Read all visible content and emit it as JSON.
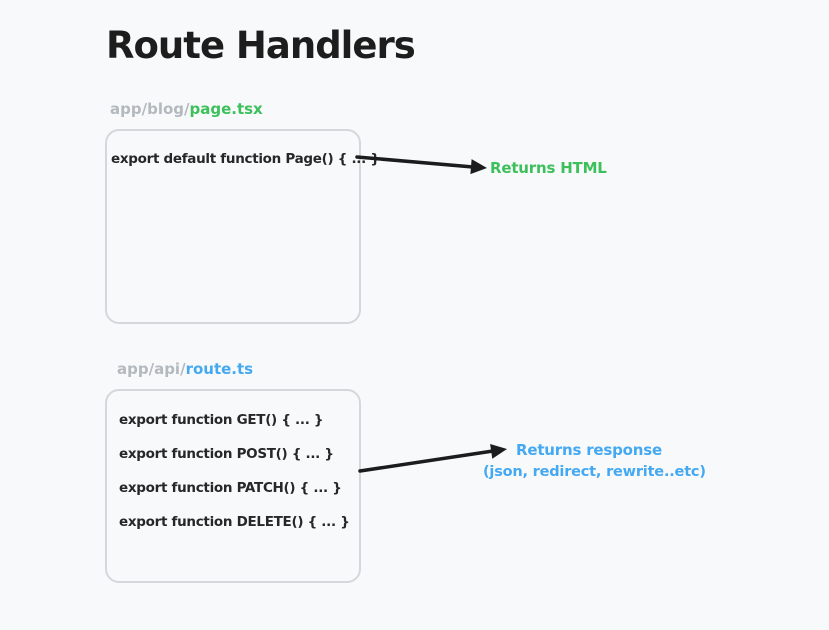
{
  "page": {
    "title": "Route Handlers",
    "background": "#f8f9fb"
  },
  "colors": {
    "ink": "#1d1d1d",
    "code_text": "#272727",
    "green": "#3dc05c",
    "blue": "#45a9f1",
    "path_gray": "#b3b9be",
    "box_border": "#d5d7da",
    "arrow": "#1c1c1c"
  },
  "section_page": {
    "label_prefix": "app/blog/",
    "label_file": "page.tsx",
    "code_lines": [
      "export default function Page() { ... }"
    ],
    "annotation": "Returns HTML"
  },
  "section_route": {
    "label_prefix": "app/api/",
    "label_file": "route.ts",
    "code_lines": [
      "export function GET() { ... }",
      "export function POST() { ... }",
      "export function PATCH() { ... }",
      "export function DELETE() { ... }"
    ],
    "annotation_line1": "Returns response",
    "annotation_line2": "(json, redirect, rewrite..etc)"
  },
  "icons": {
    "arrow_page": "right-arrow",
    "arrow_route": "right-arrow"
  }
}
